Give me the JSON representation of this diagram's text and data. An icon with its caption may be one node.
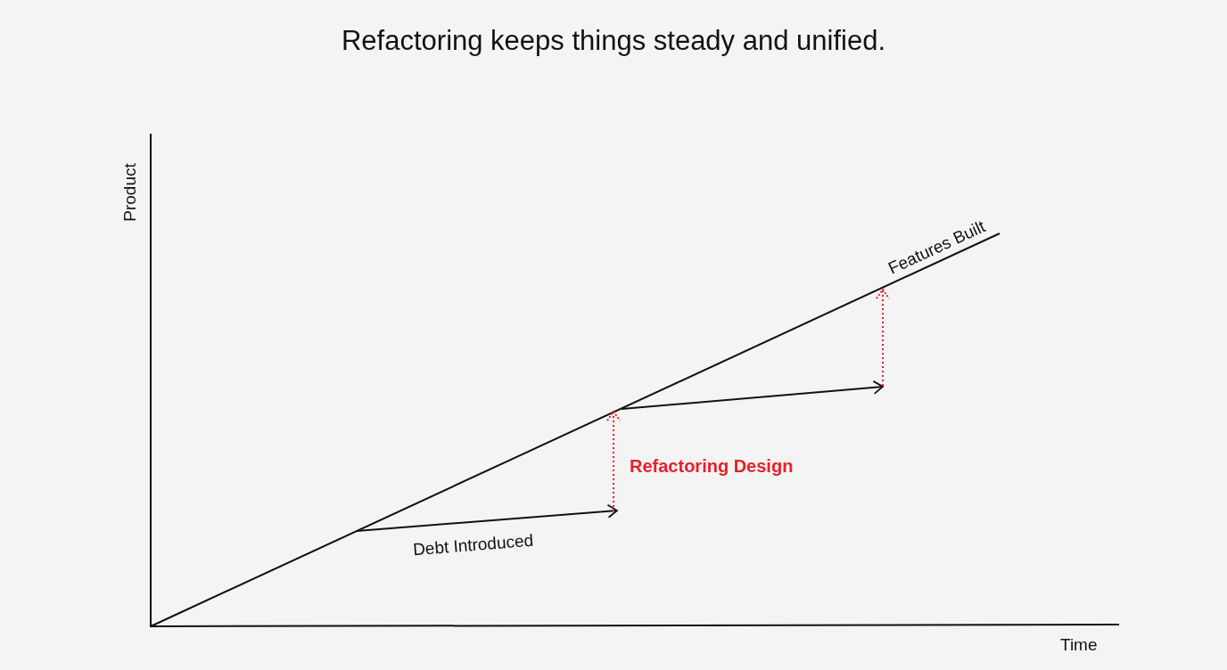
{
  "diagram": {
    "title": "Refactoring keeps things steady and unified.",
    "labels": [
      "Product",
      "Features Built",
      "Refactoring Design",
      "Debt Introduced",
      "Time"
    ]
  }
}
